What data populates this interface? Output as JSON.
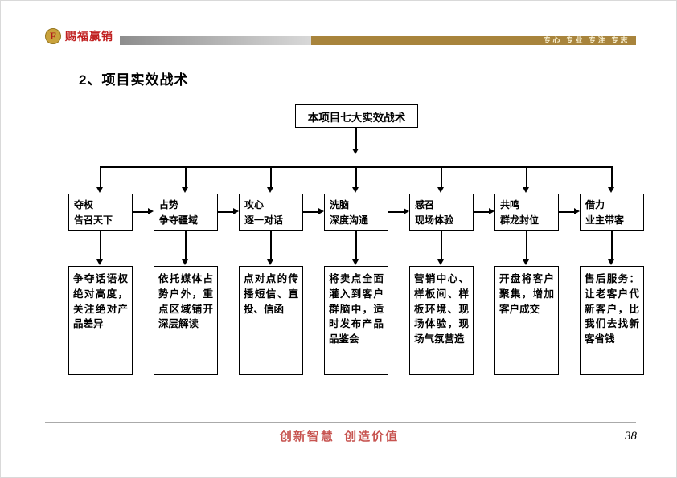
{
  "header": {
    "logo_letter": "F",
    "logo_name": "赐福赢销",
    "tagline": "专心 专业 专注 专志"
  },
  "title": "2、项目实效战术",
  "flow": {
    "type": "flowchart",
    "root": "本项目七大实效战术",
    "columns": [
      {
        "tactic": "夺权",
        "sub": "告召天下",
        "detail": "争夺话语权绝对高度，关注绝对产品差异"
      },
      {
        "tactic": "占势",
        "sub": "争夺疆域",
        "detail": "依托媒体占势户外，重点区域铺开深层解读"
      },
      {
        "tactic": "攻心",
        "sub": "逐一对话",
        "detail": "点对点的传播短信、直投、信函"
      },
      {
        "tactic": "洗脑",
        "sub": "深度沟通",
        "detail": "将卖点全面灌入到客户群脑中，适时发布产品品鉴会"
      },
      {
        "tactic": "感召",
        "sub": "现场体验",
        "detail": "营销中心、样板间、样板环境、现场体验，现场气氛营造"
      },
      {
        "tactic": "共鸣",
        "sub": "群龙封位",
        "detail": "开盘将客户聚集，增加客户成交"
      },
      {
        "tactic": "借力",
        "sub": "业主带客",
        "detail": "售后服务：让老客户代新客户，比我们去找新客省钱"
      }
    ]
  },
  "footer": {
    "slogan": "创新智慧  创造价值",
    "page": "38"
  },
  "colors": {
    "brand_gold": "#a8843c",
    "brand_red": "#c01f1f",
    "slogan_red": "#c75450"
  }
}
